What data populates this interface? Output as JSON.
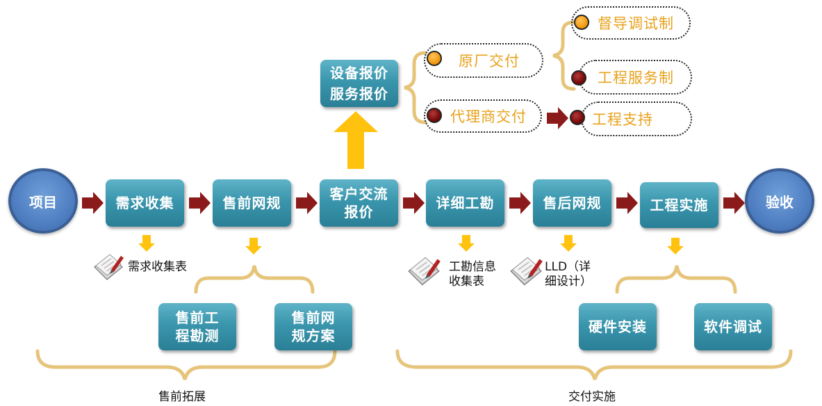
{
  "main_flow": {
    "start": "项目",
    "steps": [
      "需求收集",
      "售前网规",
      "客户交流报价",
      "详细工勘",
      "售后网规",
      "工程实施"
    ],
    "end": "验收"
  },
  "upper": {
    "quote_lines": [
      "设备报价",
      "服务报价"
    ],
    "delivery_options": {
      "oem": "原厂交付",
      "agent": "代理商交付"
    },
    "oem_modes": {
      "supervise": "督导调试制",
      "service": "工程服务制"
    },
    "agent_mode": "工程支持"
  },
  "outputs": {
    "requirement_form": "需求收集表",
    "survey_form_line1": "工勘信息",
    "survey_form_line2": "收集表",
    "lld_line1": "LLD（详",
    "lld_line2": "细设计）"
  },
  "sub_steps": {
    "presale_survey": "售前工程勘测",
    "presale_plan": "售前网规方案",
    "hardware": "硬件安装",
    "software": "软件调试"
  },
  "phases": {
    "presale": "售前拓展",
    "delivery": "交付实施"
  },
  "colors": {
    "box": "#3a96ad",
    "circle": "#4f7fc2",
    "arrow_dark": "#8b1a1a",
    "arrow_yellow": "#ffc20e",
    "brace": "#e6c47a",
    "pill_text": "#e8a21c"
  },
  "icons": [
    "document-pen-icon",
    "arrow-right-icon",
    "arrow-down-icon",
    "arrow-up-icon"
  ]
}
